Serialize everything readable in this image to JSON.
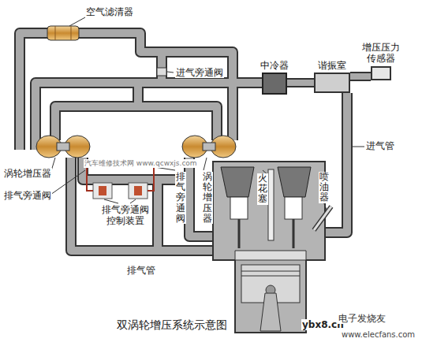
{
  "diagram": {
    "title": "双涡轮增压系统示意图",
    "nodes": [
      {
        "text": [
          "中冷器"
        ]
      },
      {
        "text": [
          "谐振室"
        ]
      },
      {
        "text": [
          "增压压力 传感器"
        ]
      }
    ],
    "edges": [
      {
        "from": 0,
        "to": 1,
        "arrow": "none"
      },
      {
        "from": 1,
        "to": 2,
        "arrow": "none"
      }
    ],
    "labels": [
      "空气滤清器",
      "进气旁通阀",
      "进气管",
      "涡轮增压器",
      "排气旁通阀",
      "排气旁通阀 控制装置",
      "排气旁通阀",
      "涡轮增压器",
      "火花塞",
      "喷油器",
      "排气管",
      "汽车维修技术网 www.qcwxjs.com",
      "ybx8.cn",
      "电子发烧友",
      "www.elecfans.com"
    ]
  }
}
